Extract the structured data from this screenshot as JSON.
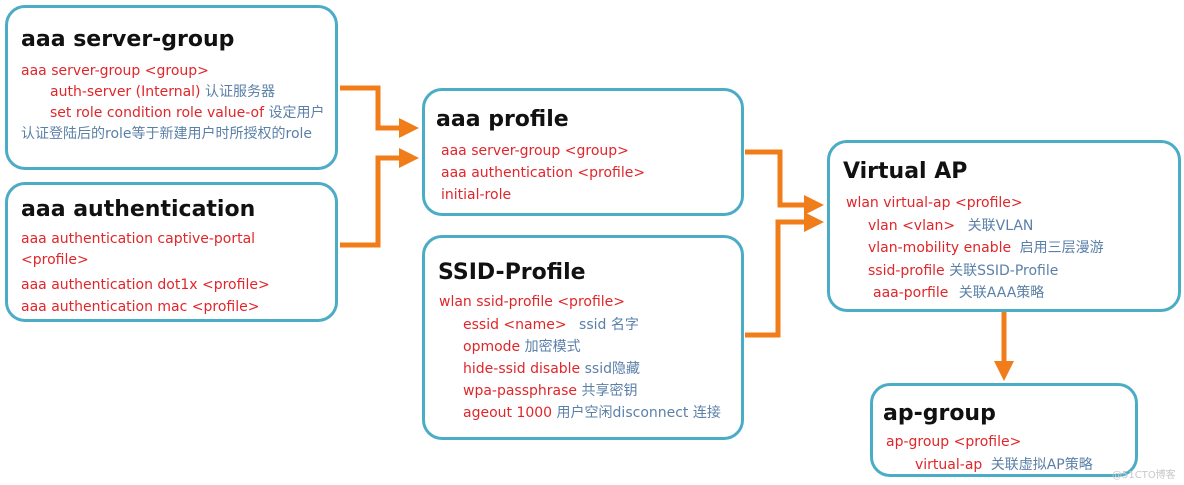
{
  "diagram": {
    "boxes": {
      "server_group": {
        "title": "aaa server-group",
        "lines": [
          {
            "cmd": "aaa server-group <group>",
            "note": ""
          },
          {
            "cmd": "auth-server  (Internal)",
            "note": "认证服务器"
          },
          {
            "cmd": "set role condition role value-of",
            "note": "设定用户认证登陆后的role等于新建用户时所授权的role"
          }
        ]
      },
      "authentication": {
        "title": "aaa authentication",
        "lines": [
          {
            "cmd": "aaa authentication captive-portal <profile>",
            "note": ""
          },
          {
            "cmd": "aaa authentication dot1x <profile>",
            "note": ""
          },
          {
            "cmd": "aaa authentication mac <profile>",
            "note": ""
          }
        ]
      },
      "aaa_profile": {
        "title": "aaa profile",
        "lines": [
          {
            "cmd": "aaa server-group <group>",
            "note": ""
          },
          {
            "cmd": "aaa authentication <profile>",
            "note": ""
          },
          {
            "cmd": "initial-role",
            "note": ""
          }
        ]
      },
      "ssid_profile": {
        "title": "SSID-Profile",
        "lines": [
          {
            "cmd": "wlan ssid-profile <profile>",
            "note": ""
          },
          {
            "cmd": "essid <name>",
            "note": "ssid 名字"
          },
          {
            "cmd": "opmode",
            "note": "加密模式"
          },
          {
            "cmd": "hide-ssid disable",
            "note": "ssid隐藏"
          },
          {
            "cmd": "wpa-passphrase",
            "note": "共享密钥"
          },
          {
            "cmd": "ageout 1000",
            "note": "用户空闲disconnect 连接"
          }
        ]
      },
      "virtual_ap": {
        "title": "Virtual AP",
        "lines": [
          {
            "cmd": "wlan virtual-ap <profile>",
            "note": ""
          },
          {
            "cmd": "vlan <vlan>",
            "note": "关联VLAN"
          },
          {
            "cmd": "vlan-mobility enable",
            "note": "启用三层漫游"
          },
          {
            "cmd": "ssid-profile",
            "note": "关联SSID-Profile"
          },
          {
            "cmd": "aaa-porfile",
            "note": "关联AAA策略"
          }
        ]
      },
      "ap_group": {
        "title": "ap-group",
        "lines": [
          {
            "cmd": "ap-group <profile>",
            "note": ""
          },
          {
            "cmd": "virtual-ap",
            "note": "关联虚拟AP策略"
          }
        ]
      }
    },
    "colors": {
      "border": "#4bacc6",
      "arrow": "#f07c1a",
      "command": "#e0262a",
      "note": "#5b80a8"
    },
    "watermark": "@51CTO博客"
  }
}
